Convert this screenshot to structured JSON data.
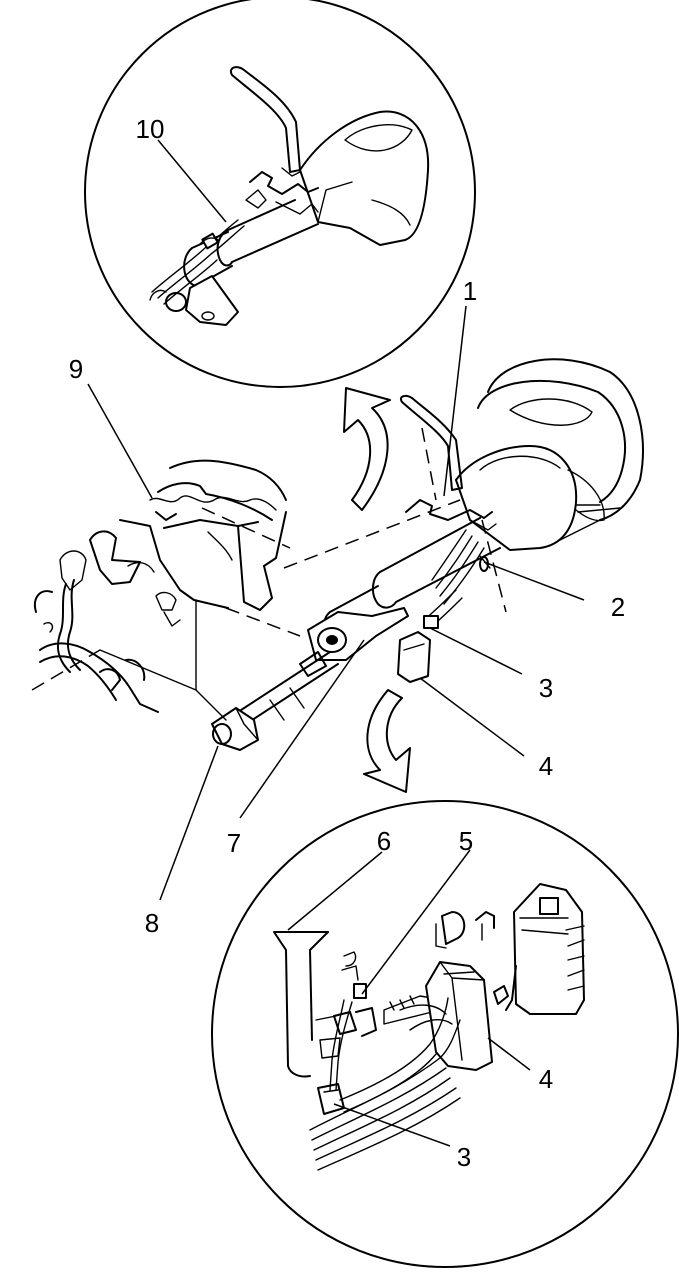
{
  "callouts": [
    {
      "id": "callout-1",
      "label": "1"
    },
    {
      "id": "callout-2",
      "label": "2"
    },
    {
      "id": "callout-3",
      "label": "3"
    },
    {
      "id": "callout-4",
      "label": "4"
    },
    {
      "id": "callout-5",
      "label": "5"
    },
    {
      "id": "callout-6",
      "label": "6"
    },
    {
      "id": "callout-7",
      "label": "7"
    },
    {
      "id": "callout-8",
      "label": "8"
    },
    {
      "id": "callout-9",
      "label": "9"
    },
    {
      "id": "callout-10",
      "label": "10"
    },
    {
      "id": "callout-3b",
      "label": "3"
    },
    {
      "id": "callout-4b",
      "label": "4"
    }
  ]
}
